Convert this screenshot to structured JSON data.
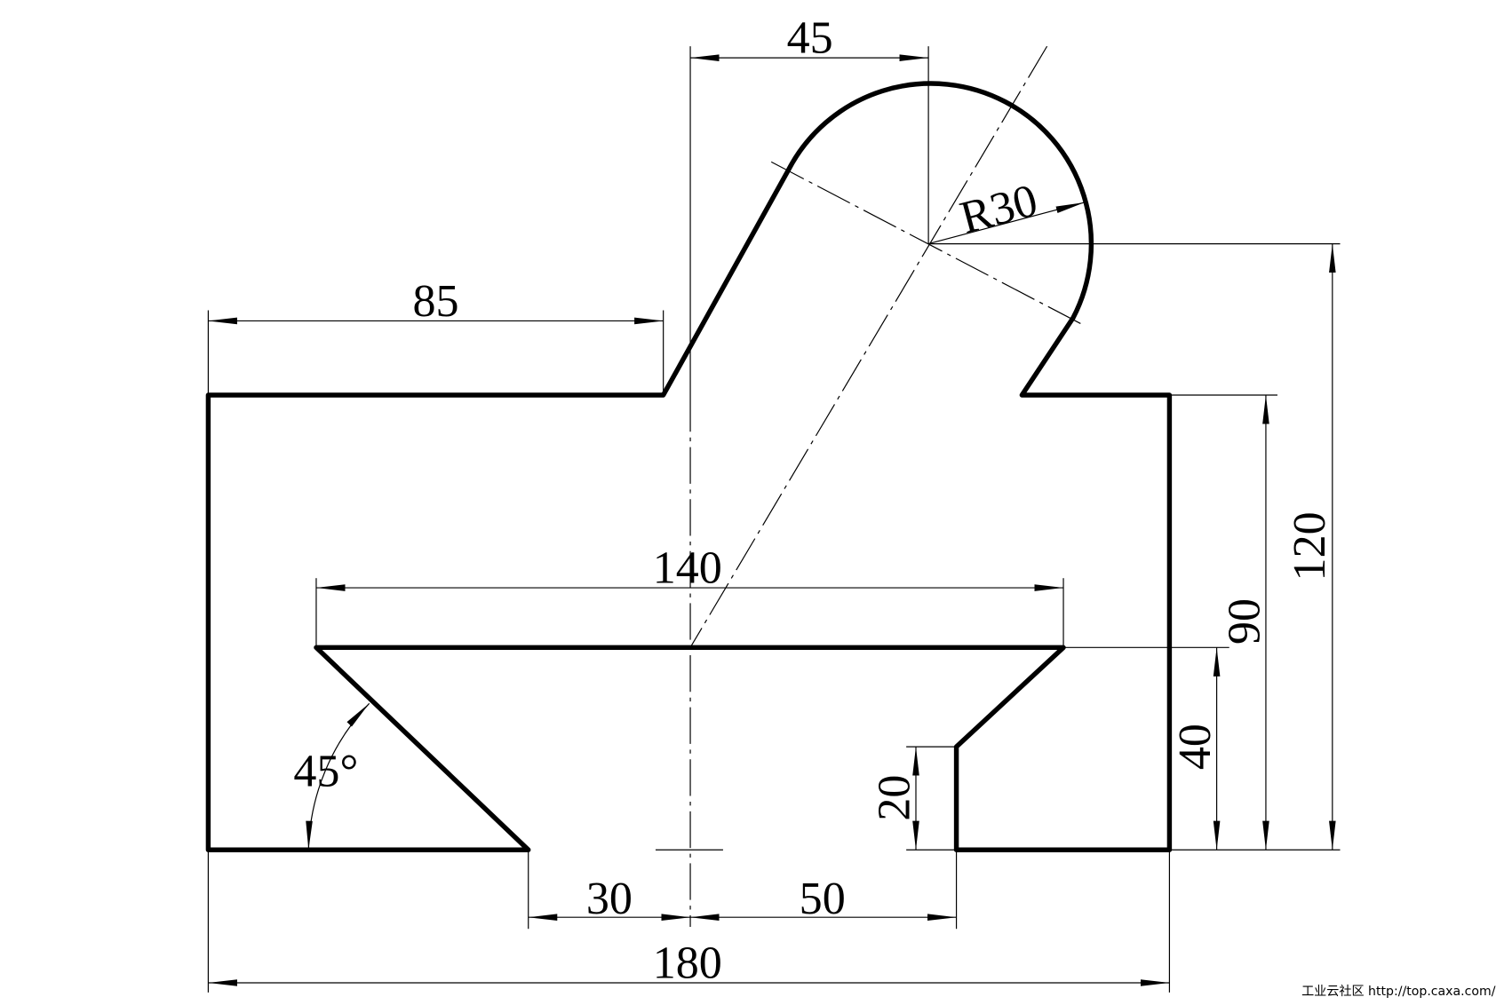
{
  "drawing": {
    "dimensions": {
      "top_offset": "45",
      "left_width": "85",
      "slot_width": "140",
      "overall_width": "180",
      "bottom_left": "30",
      "bottom_right": "50",
      "overall_height": "120",
      "body_height": "90",
      "slot_height": "40",
      "step_height": "20",
      "radius": "R30",
      "angle": "45°"
    },
    "watermark": "工业云社区 http://top.caxa.com/"
  }
}
